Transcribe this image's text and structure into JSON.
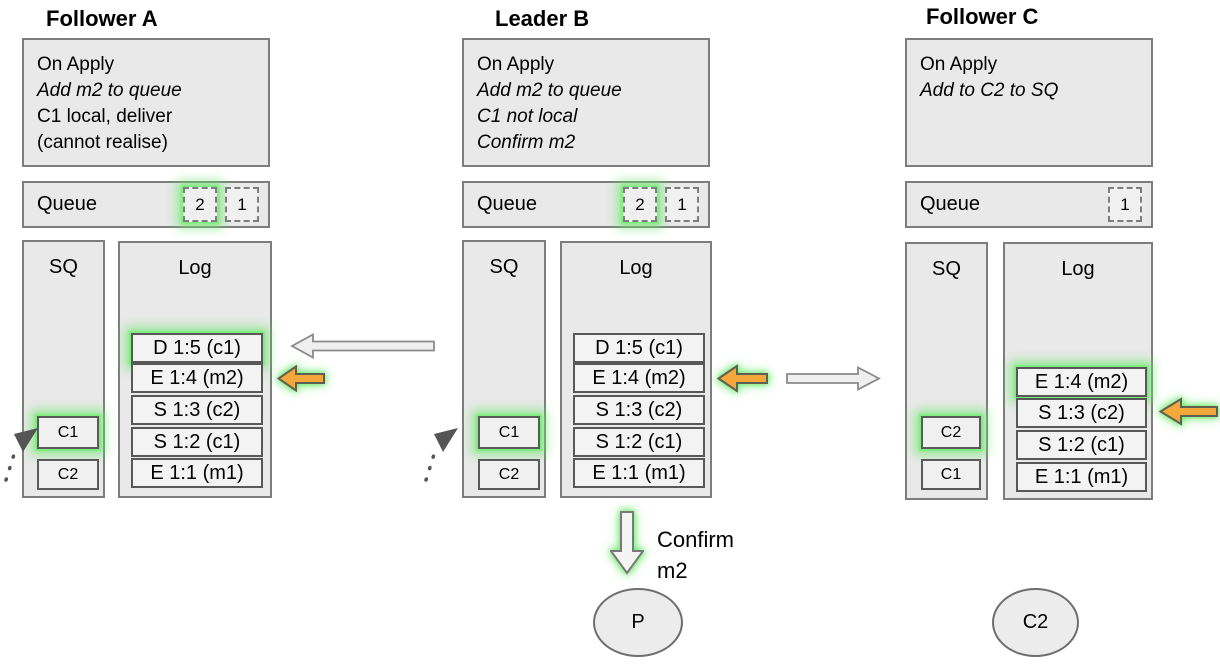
{
  "colors": {
    "highlight_green": "#6fe86f",
    "arrow_orange": "#f4a73b",
    "panel_fill": "#e9e9e9",
    "row_fill": "#f3f3f3"
  },
  "cols": [
    {
      "title": "Follower A",
      "apply_lines": [
        "On Apply",
        "Add m2 to queue",
        "C1 local, deliver",
        "(cannot realise)"
      ],
      "queue_label": "Queue",
      "queue_items": [
        "2",
        "1"
      ],
      "sq_label": "SQ",
      "sq_items": [
        "C1",
        "C2"
      ],
      "log_label": "Log",
      "log_entries": [
        "D 1:5 (c1)",
        "E 1:4 (m2)",
        "S 1:3 (c2)",
        "S 1:2 (c1)",
        "E 1:1 (m1)"
      ]
    },
    {
      "title": "Leader B",
      "apply_lines": [
        "On Apply",
        "Add m2 to queue",
        "C1 not local",
        "Confirm m2"
      ],
      "queue_label": "Queue",
      "queue_items": [
        "2",
        "1"
      ],
      "sq_label": "SQ",
      "sq_items": [
        "C1",
        "C2"
      ],
      "log_label": "Log",
      "log_entries": [
        "D 1:5 (c1)",
        "E 1:4 (m2)",
        "S 1:3 (c2)",
        "S 1:2 (c1)",
        "E 1:1 (m1)"
      ]
    },
    {
      "title": "Follower C",
      "apply_lines": [
        "On Apply",
        "Add to C2 to SQ"
      ],
      "queue_label": "Queue",
      "queue_items": [
        "1"
      ],
      "sq_label": "SQ",
      "sq_items": [
        "C2",
        "C1"
      ],
      "log_label": "Log",
      "log_entries": [
        "E 1:4 (m2)",
        "S 1:3 (c2)",
        "S 1:2 (c1)",
        "E 1:1 (m1)"
      ]
    }
  ],
  "confirm": {
    "line1": "Confirm",
    "line2": "m2"
  },
  "nodes": {
    "p": "P",
    "c2": "C2"
  }
}
